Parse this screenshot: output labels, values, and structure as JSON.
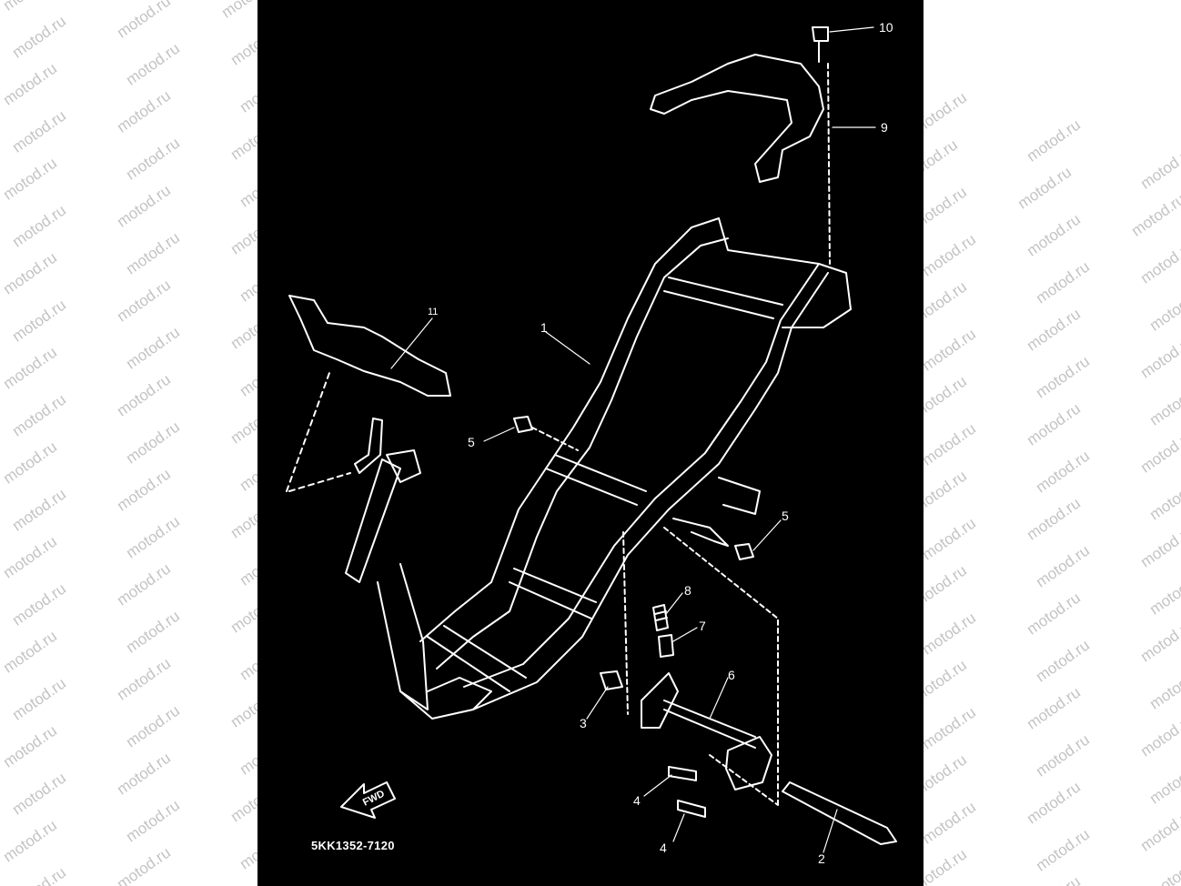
{
  "watermark": {
    "text": "motod.ru"
  },
  "diagram": {
    "part_code": "5KK1352-7120",
    "fwd_label": "FWD",
    "stroke_color": "#ffffff",
    "background_color": "#000000",
    "callouts": [
      {
        "id": "c10",
        "label": "10"
      },
      {
        "id": "c9",
        "label": "9"
      },
      {
        "id": "c11",
        "label": "11"
      },
      {
        "id": "c1",
        "label": "1"
      },
      {
        "id": "c5a",
        "label": "5"
      },
      {
        "id": "c5b",
        "label": "5"
      },
      {
        "id": "c8",
        "label": "8"
      },
      {
        "id": "c7",
        "label": "7"
      },
      {
        "id": "c6",
        "label": "6"
      },
      {
        "id": "c3",
        "label": "3"
      },
      {
        "id": "c4a",
        "label": "4"
      },
      {
        "id": "c4b",
        "label": "4"
      },
      {
        "id": "c2",
        "label": "2"
      }
    ]
  }
}
